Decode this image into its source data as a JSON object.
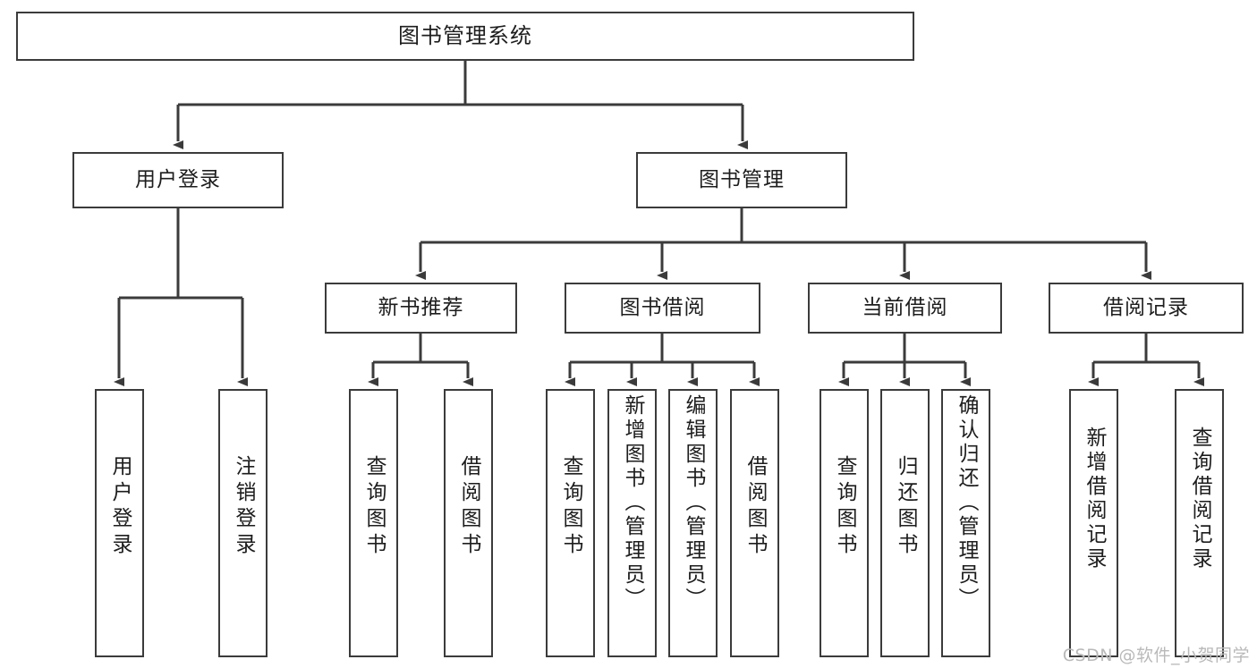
{
  "diagram": {
    "title": "图书管理系统",
    "type": "hierarchy-tree",
    "watermark": "CSDN @软件_小贺同学",
    "colors": {
      "background": "#ffffff",
      "box_border": "#3b3b3b",
      "connector": "#3b3b3b",
      "text": "#1d1d1d",
      "watermark": "#b9b9b9"
    },
    "levels": 4
  },
  "nodes": {
    "root": {
      "label": "图书管理系统"
    },
    "level2": [
      {
        "label": "用户登录"
      },
      {
        "label": "图书管理"
      }
    ],
    "level3": [
      {
        "label": "新书推荐"
      },
      {
        "label": "图书借阅"
      },
      {
        "label": "当前借阅"
      },
      {
        "label": "借阅记录"
      }
    ],
    "leaves": {
      "user_login": [
        {
          "label": "用户登录"
        },
        {
          "label": "注销登录"
        }
      ],
      "new_book_recommend": [
        {
          "label": "查询图书"
        },
        {
          "label": "借阅图书"
        }
      ],
      "book_borrow": [
        {
          "label": "查询图书"
        },
        {
          "label": "新增图书（管理员）"
        },
        {
          "label": "编辑图书（管理员）"
        },
        {
          "label": "借阅图书"
        }
      ],
      "current_borrow": [
        {
          "label": "查询图书"
        },
        {
          "label": "归还图书"
        },
        {
          "label": "确认归还（管理员）"
        }
      ],
      "borrow_record": [
        {
          "label": "新增借阅记录"
        },
        {
          "label": "查询借阅记录"
        }
      ]
    }
  }
}
